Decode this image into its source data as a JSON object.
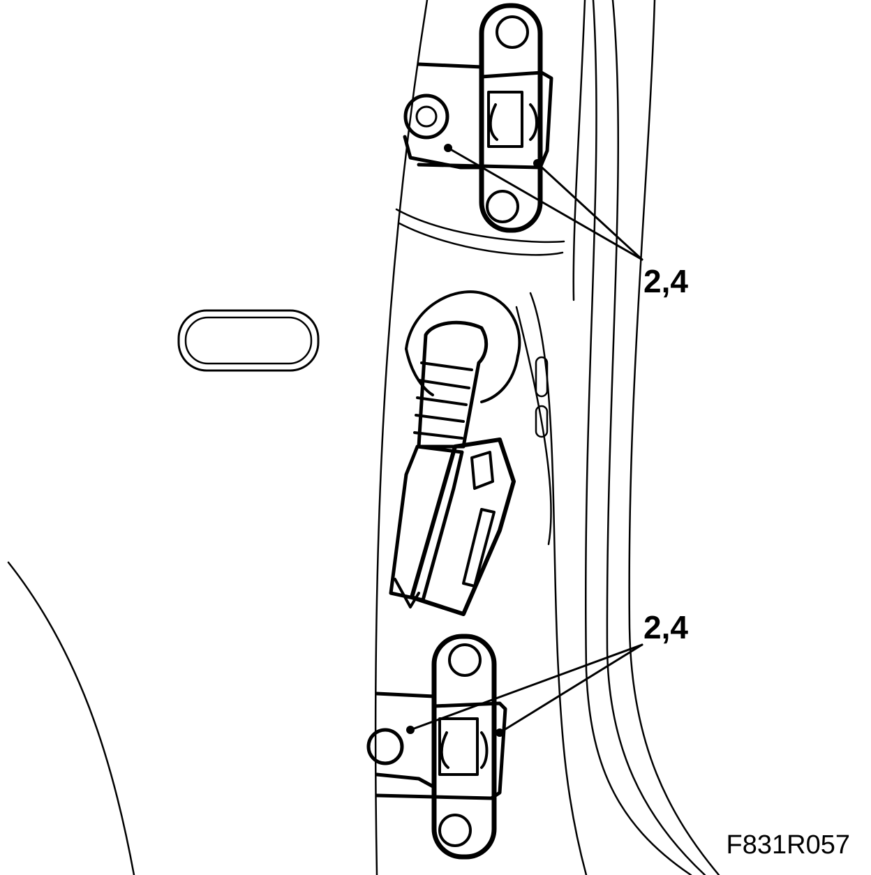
{
  "callouts": {
    "top": "2,4",
    "bottom": "2,4"
  },
  "figure_id": "F831R057",
  "colors": {
    "ink": "#000000",
    "paper": "#ffffff"
  }
}
